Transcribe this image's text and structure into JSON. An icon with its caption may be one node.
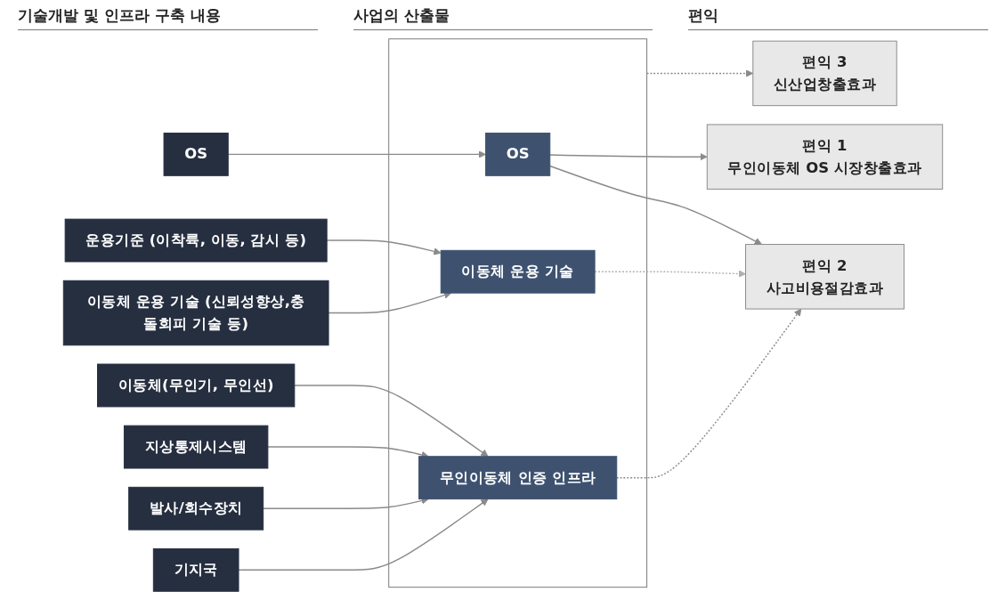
{
  "diagram": {
    "nodes": [
      {
        "text": [
          "OS"
        ]
      },
      {
        "text": [
          "운용기준 (이착륙, 이동, 감시 등)"
        ]
      },
      {
        "text": [
          "이동체 운용 기술 (신뢰성향상,충돌회피 기술 등)"
        ]
      },
      {
        "text": [
          "이동체(무인기, 무인선)"
        ]
      },
      {
        "text": [
          "지상통제시스템"
        ]
      },
      {
        "text": [
          "발사/회수장치"
        ]
      },
      {
        "text": [
          "기지국"
        ]
      },
      {
        "text": [],
        "shape": "box"
      },
      {
        "text": [
          "OS"
        ],
        "in": 7
      },
      {
        "text": [
          "이동체 운용 기술"
        ],
        "in": 7
      },
      {
        "text": [
          "무인이동체 인증 인프라"
        ],
        "in": 7
      },
      {
        "text": [
          "편익 1",
          "무인이동체 OS 시장창출효과"
        ]
      },
      {
        "text": [
          "편익 2",
          "사고비용절감효과"
        ]
      },
      {
        "text": [
          "편익 3",
          "신산업창출효과"
        ]
      }
    ],
    "edges": [
      {
        "from": 0,
        "to": 8,
        "arrow": "to"
      },
      {
        "from": 1,
        "to": 9,
        "arrow": "to"
      },
      {
        "from": 2,
        "to": 9,
        "arrow": "to"
      },
      {
        "from": 3,
        "to": 10,
        "arrow": "to"
      },
      {
        "from": 4,
        "to": 10,
        "arrow": "to"
      },
      {
        "from": 5,
        "to": 10,
        "arrow": "to"
      },
      {
        "from": 6,
        "to": 10,
        "arrow": "to"
      },
      {
        "from": 8,
        "to": 11,
        "arrow": "to"
      },
      {
        "from": 8,
        "to": 12,
        "arrow": "to"
      },
      {
        "from": 9,
        "to": 12,
        "arrow": "to",
        "style": "dashed",
        "color": "#b0b0b0"
      },
      {
        "from": 10,
        "to": 12,
        "arrow": "to",
        "style": "dashed"
      },
      {
        "from": 7,
        "to": 13,
        "arrow": "to",
        "style": "dashed"
      }
    ],
    "labels": [
      "기술개발 및 인프라 구축 내용",
      "사업의 산출물",
      "편익"
    ]
  }
}
